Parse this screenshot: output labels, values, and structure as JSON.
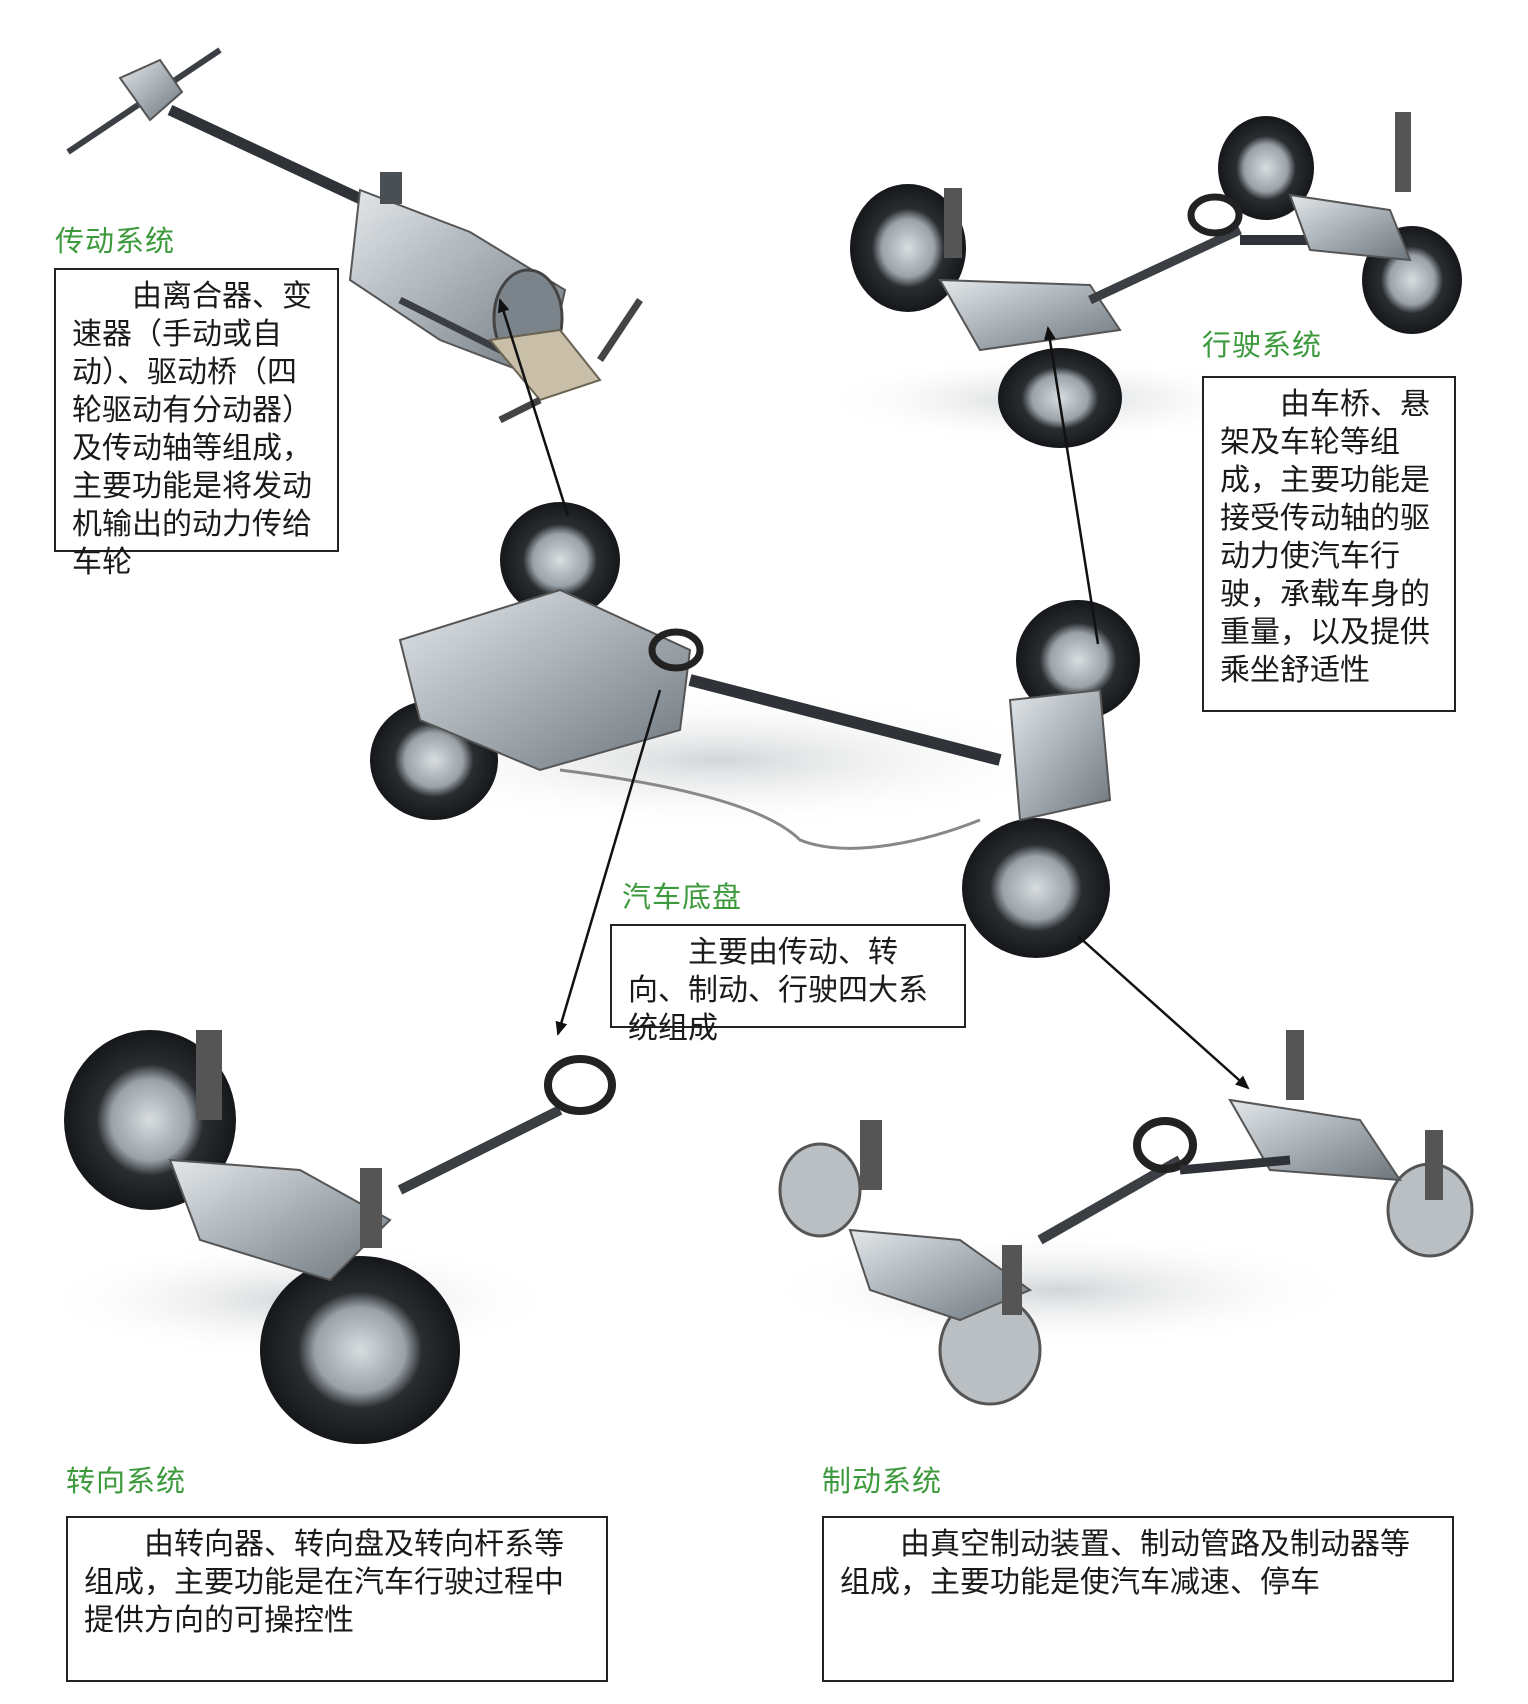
{
  "colors": {
    "title": "#3c9a3c",
    "border": "#222222",
    "text": "#1a1a1a",
    "arrow": "#111111"
  },
  "sections": {
    "transmission": {
      "title": "传动系统",
      "description": "由离合器、变速器（手动或自动）、驱动桥（四轮驱动有分动器）及传动轴等组成，主要功能是将发动机输出的动力传给车轮"
    },
    "running": {
      "title": "行驶系统",
      "description": "由车桥、悬架及车轮等组成，主要功能是接受传动轴的驱动力使汽车行驶，承载车身的重量，以及提供乘坐舒适性"
    },
    "chassis": {
      "title": "汽车底盘",
      "description": "主要由传动、转向、制动、行驶四大系统组成"
    },
    "steering": {
      "title": "转向系统",
      "description": "由转向器、转向盘及转向杆系等组成，主要功能是在汽车行驶过程中提供方向的可操控性"
    },
    "braking": {
      "title": "制动系统",
      "description": "由真空制动装置、制动管路及制动器等组成，主要功能是使汽车减速、停车"
    }
  },
  "illustrations": [
    "transmission-assembly",
    "running-gear-assembly",
    "full-chassis",
    "steering-assembly",
    "brake-assembly"
  ]
}
